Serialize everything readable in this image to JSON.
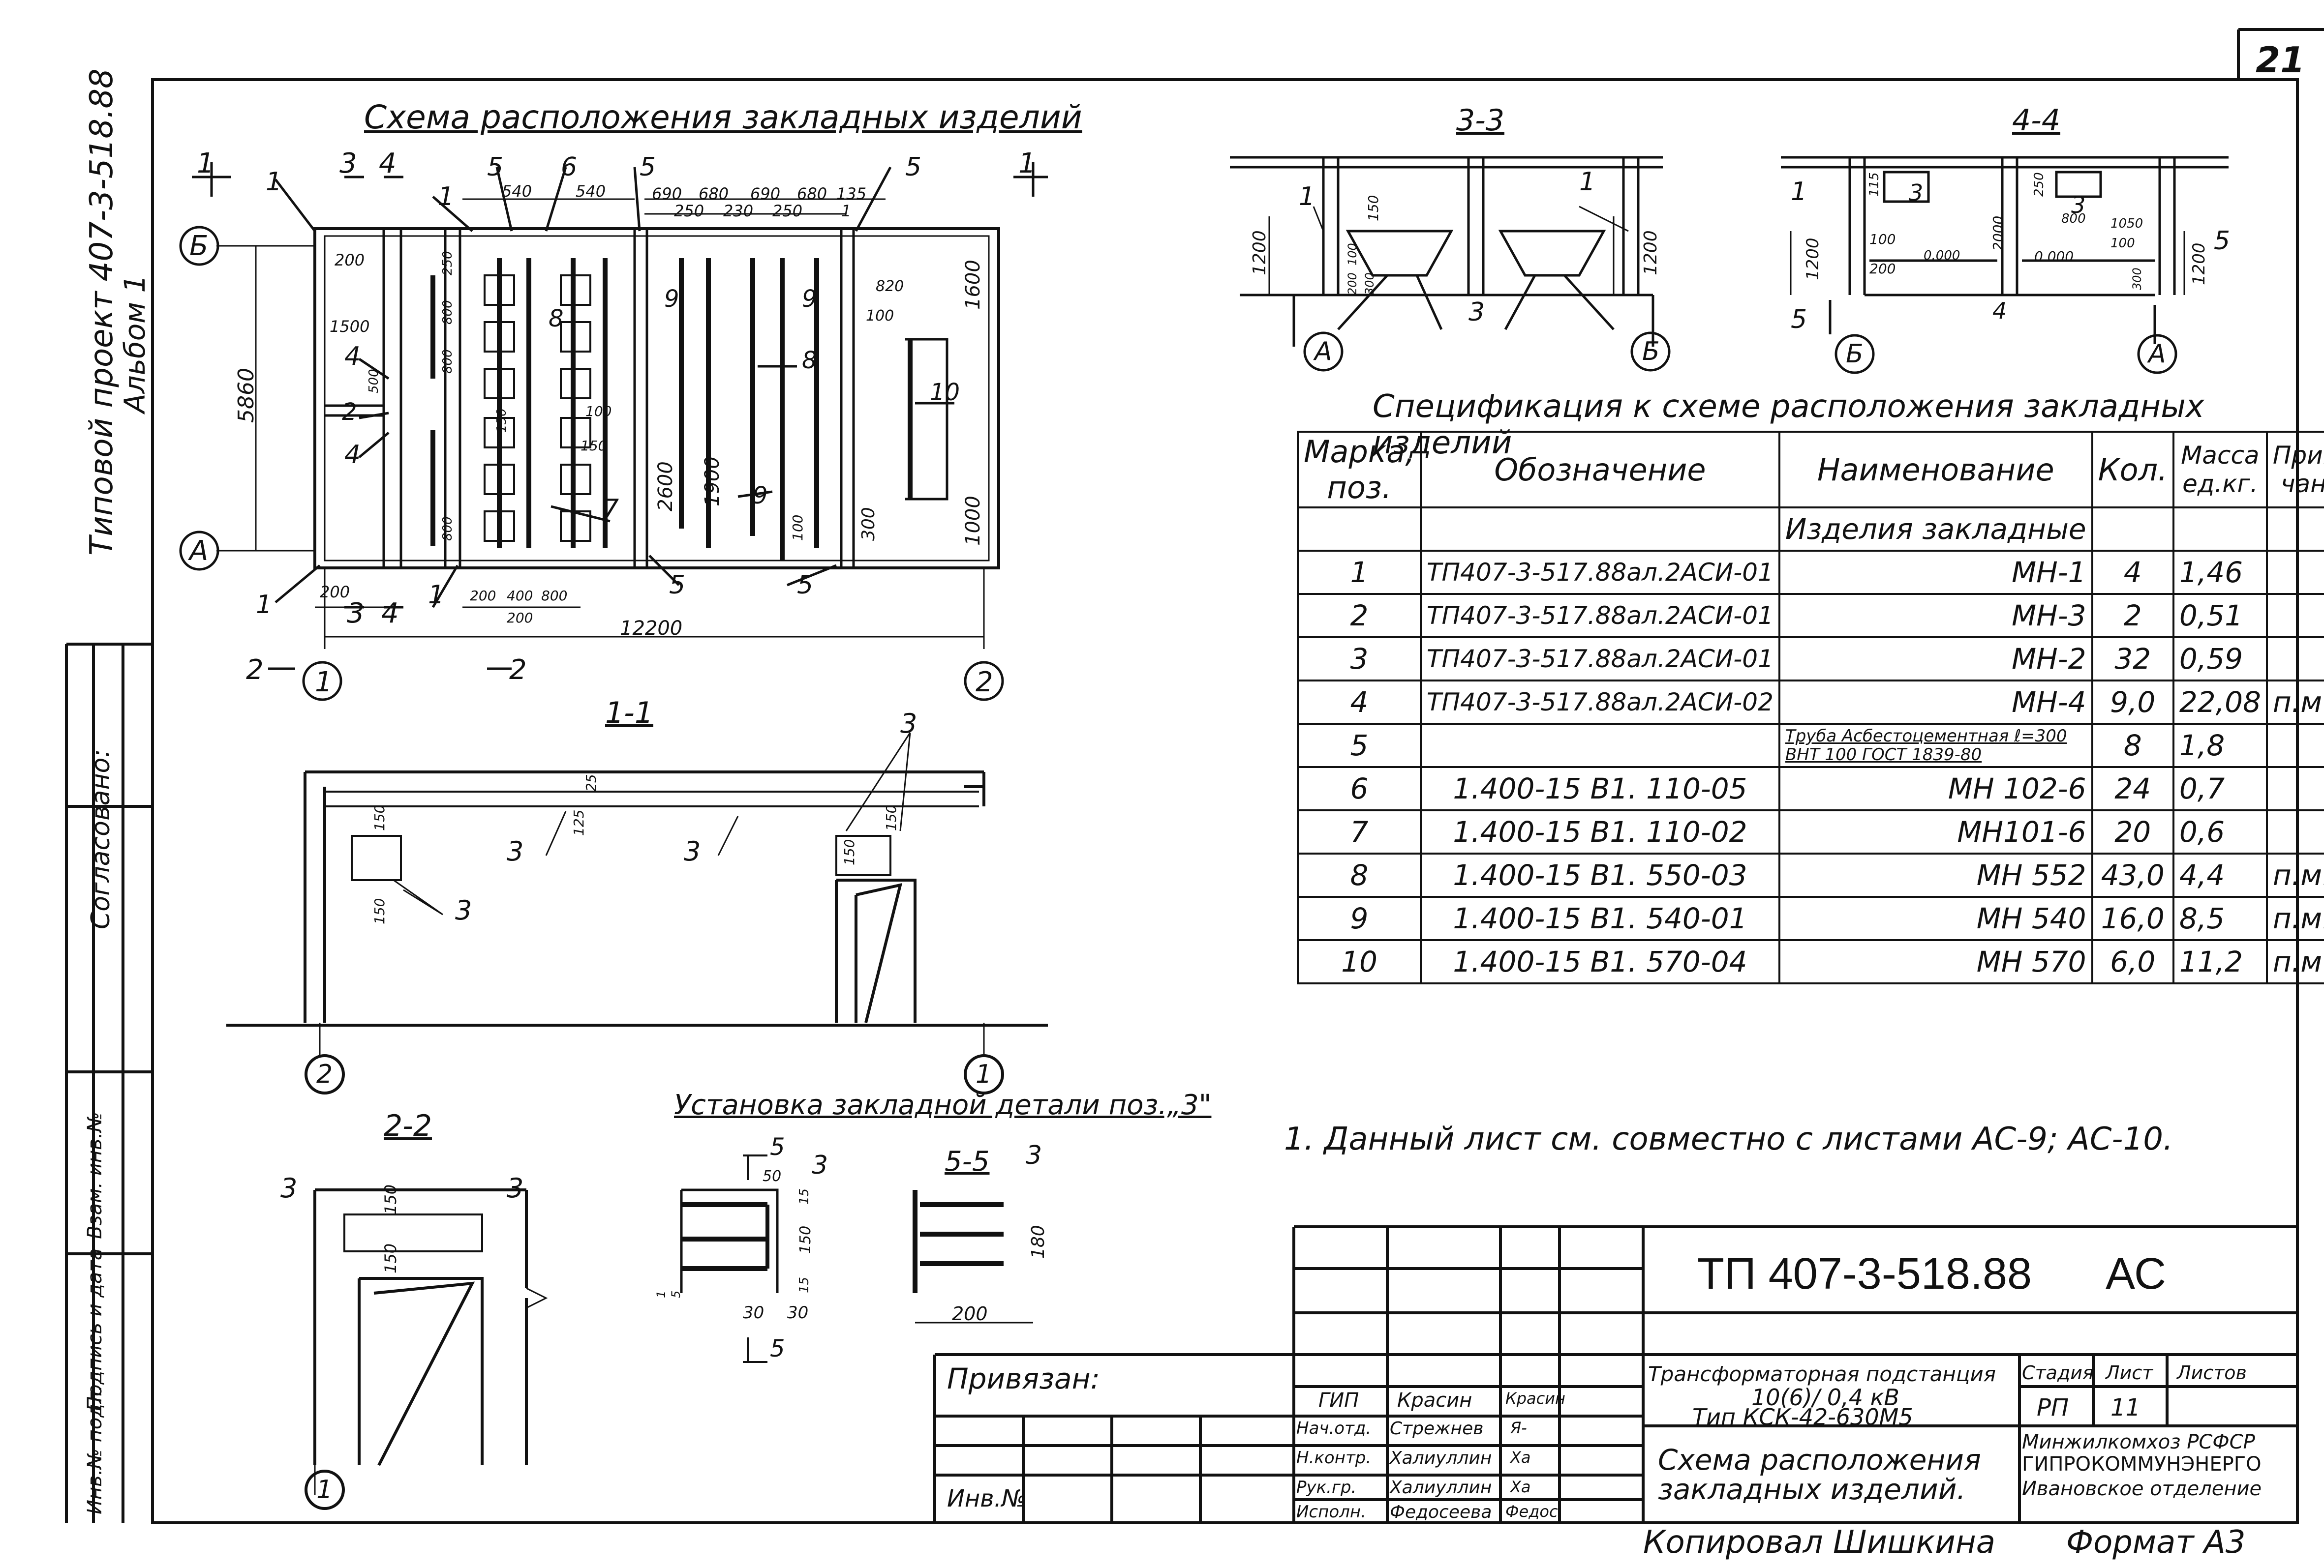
{
  "sheet": {
    "number": "21",
    "side_title_1": "Типовой  проект 407-3-518.88",
    "side_title_2": "Альбом 1",
    "side_agreed": "Согласовано:",
    "side_row_labels": [
      "Инв.№ подл.",
      "Подпись и дата",
      "Взам. инв.№"
    ],
    "copied_by": "Копировал Шишкина",
    "format": "Формат А3"
  },
  "plan": {
    "title": "Схема  расположения  закладных  изделий",
    "axis_b": "Б",
    "axis_a": "А",
    "axis_1": "1",
    "axis_2": "2",
    "section_marks": [
      "1",
      "1",
      "2",
      "2",
      "3",
      "4",
      "3",
      "4"
    ],
    "pos_marks": [
      "1",
      "1",
      "1",
      "1",
      "2",
      "4",
      "4",
      "5",
      "5",
      "5",
      "5",
      "5",
      "6",
      "7",
      "8",
      "8",
      "9",
      "9",
      "9",
      "10"
    ],
    "dims_top": [
      "540",
      "540",
      "690",
      "680",
      "690",
      "680",
      "135",
      "250",
      "230",
      "250",
      "1"
    ],
    "dims_left": [
      "200",
      "1500",
      "500",
      "250",
      "800",
      "800",
      "800"
    ],
    "dims_inner": [
      "820",
      "100",
      "1600",
      "2600",
      "1900",
      "100",
      "1000",
      "300",
      "100",
      "150",
      "150"
    ],
    "dims_bottom": [
      "200",
      "200",
      "400",
      "800",
      "200",
      "12200"
    ],
    "dim_height": "5860"
  },
  "section_3_3": {
    "title": "3-3",
    "labels": [
      "1",
      "1",
      "3",
      "А",
      "Б"
    ],
    "dims": [
      "1200",
      "150",
      "1200",
      "100",
      "300",
      "200"
    ]
  },
  "section_4_4": {
    "title": "4-4",
    "labels": [
      "1",
      "3",
      "3",
      "5",
      "5",
      "4",
      "Б",
      "А"
    ],
    "dims": [
      "115",
      "1200",
      "100",
      "200",
      "0.000",
      "2000",
      "0.000",
      "800",
      "1050",
      "100",
      "1200",
      "300",
      "250"
    ]
  },
  "section_1_1": {
    "title": "1-1",
    "labels": [
      "3",
      "3",
      "3",
      "3",
      "2",
      "1"
    ],
    "dims": [
      "25",
      "125",
      "150",
      "150",
      "150",
      "150"
    ]
  },
  "section_2_2": {
    "title": "2-2",
    "labels": [
      "3",
      "3",
      "1"
    ],
    "dims": [
      "150",
      "150"
    ]
  },
  "detail_3": {
    "title": "Установка закладной детали поз.„3\"",
    "labels": [
      "5",
      "5",
      "3"
    ],
    "dims": [
      "50",
      "150",
      "15",
      "15",
      "30",
      "30",
      "1",
      "5"
    ]
  },
  "section_5_5": {
    "title": "5-5",
    "labels": [
      "3"
    ],
    "dims": [
      "180",
      "200"
    ]
  },
  "spec": {
    "title": "Спецификация к схеме расположения закладных изделий",
    "headers": [
      "Марка, поз.",
      "Обозначение",
      "Наименование",
      "Кол.",
      "Масса ед.кг.",
      "Приме-чание"
    ],
    "group": "Изделия закладные",
    "rows": [
      [
        "1",
        "ТП407-3-517.88ал.2АСИ-01",
        "МН-1",
        "4",
        "1,46",
        ""
      ],
      [
        "2",
        "ТП407-3-517.88ал.2АСИ-01",
        "МН-3",
        "2",
        "0,51",
        ""
      ],
      [
        "3",
        "ТП407-3-517.88ал.2АСИ-01",
        "МН-2",
        "32",
        "0,59",
        ""
      ],
      [
        "4",
        "ТП407-3-517.88ал.2АСИ-02",
        "МН-4",
        "9,0",
        "22,08",
        "п.м"
      ],
      [
        "5",
        "",
        "Труба Асбестоцементная ℓ=300 ВНТ 100 ГОСТ 1839-80",
        "8",
        "1,8",
        ""
      ],
      [
        "6",
        "1.400-15 В1. 110-05",
        "МН 102-6",
        "24",
        "0,7",
        ""
      ],
      [
        "7",
        "1.400-15 В1. 110-02",
        "МН101-6",
        "20",
        "0,6",
        ""
      ],
      [
        "8",
        "1.400-15 В1. 550-03",
        "МН 552",
        "43,0",
        "4,4",
        "п.м."
      ],
      [
        "9",
        "1.400-15 В1. 540-01",
        "МН 540",
        "16,0",
        "8,5",
        "п.м."
      ],
      [
        "10",
        "1.400-15 В1. 570-04",
        "МН 570",
        "6,0",
        "11,2",
        "п.м"
      ]
    ]
  },
  "note": "1. Данный лист см. совместно с листами АС-9; АС-10.",
  "title_block": {
    "code": "ТП 407-3-518.88",
    "mark": "АС",
    "bound": "Привязан:",
    "inv": "Инв.№",
    "object": [
      "Трансформаторная подстанция",
      "10(6)/ 0,4 кВ",
      "Тип КСК-42-630М5"
    ],
    "sheet_name": [
      "Схема расположения",
      "закладных изделий."
    ],
    "stage_h": "Стадия",
    "sheet_h": "Лист",
    "sheets_h": "Листов",
    "stage": "РП",
    "sheet_no": "11",
    "org": [
      "Минжилкомхоз РСФСР",
      "ГИПРОКОММУНЭНЕРГО",
      "Ивановское отделение"
    ],
    "roles": [
      "ГИП",
      "Нач.отд.",
      "Н.контр.",
      "Рук.гр.",
      "Исполн."
    ],
    "names": [
      "Красин",
      "Стрежнев",
      "Халиуллин",
      "Халиуллин",
      "Федосеева"
    ],
    "signs": [
      "Красин",
      "Я-",
      "Ха",
      "Ха",
      "Федос"
    ]
  }
}
